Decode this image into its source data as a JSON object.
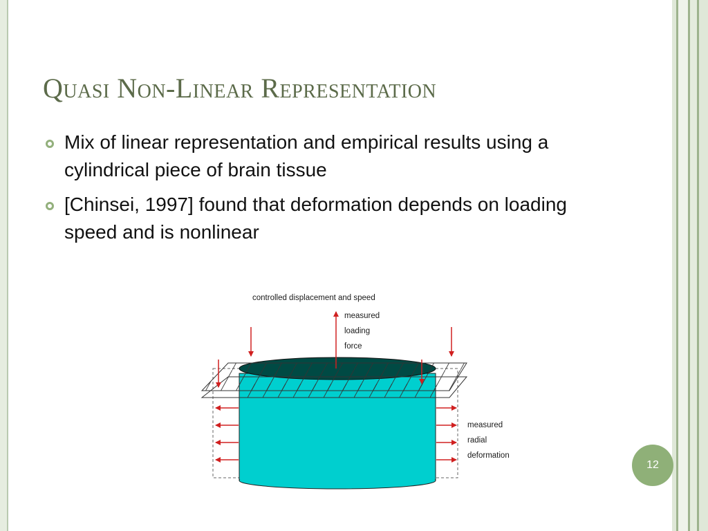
{
  "slide": {
    "title": "Quasi Non-Linear Representation",
    "bullets": [
      "Mix of linear representation and empirical results using a cylindrical piece of brain tissue",
      "[Chinsei, 1997] found that deformation depends on loading speed and is nonlinear"
    ],
    "page_number": "12"
  },
  "figure": {
    "top_label": "controlled displacement and speed",
    "force_label": [
      "measured",
      "loading",
      "force"
    ],
    "deformation_label": [
      "measured",
      "radial",
      "deformation"
    ]
  },
  "colors": {
    "title": "#5c6b4a",
    "bullet_marker": "#93b07c",
    "badge": "#8fb078",
    "cylinder_side": "#00cfcf",
    "cylinder_top": "#004a44",
    "arrow": "#d02020"
  }
}
